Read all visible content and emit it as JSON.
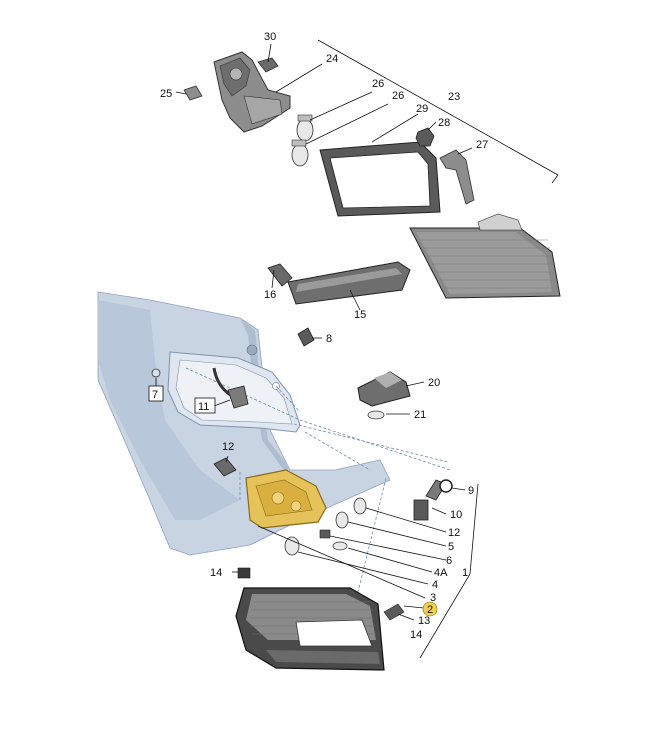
{
  "colors": {
    "body_panel": "#c9d4e3",
    "body_panel_dark": "#aebdd0",
    "part_gray": "#8d8d8d",
    "part_dark": "#4a4a4a",
    "highlight_part": "#e6c25a",
    "highlight_badge": "#f2d04b",
    "dashed_line": "#6a8fb0"
  },
  "callouts": [
    {
      "id": "30",
      "label": "30"
    },
    {
      "id": "24",
      "label": "24"
    },
    {
      "id": "25",
      "label": "25"
    },
    {
      "id": "26a",
      "label": "26"
    },
    {
      "id": "26b",
      "label": "26"
    },
    {
      "id": "29",
      "label": "29"
    },
    {
      "id": "23",
      "label": "23"
    },
    {
      "id": "28",
      "label": "28"
    },
    {
      "id": "27",
      "label": "27"
    },
    {
      "id": "16",
      "label": "16"
    },
    {
      "id": "15",
      "label": "15"
    },
    {
      "id": "8",
      "label": "8"
    },
    {
      "id": "7",
      "label": "7"
    },
    {
      "id": "11",
      "label": "11"
    },
    {
      "id": "20",
      "label": "20"
    },
    {
      "id": "21",
      "label": "21"
    },
    {
      "id": "12a",
      "label": "12"
    },
    {
      "id": "9",
      "label": "9"
    },
    {
      "id": "10",
      "label": "10"
    },
    {
      "id": "12b",
      "label": "12"
    },
    {
      "id": "5",
      "label": "5"
    },
    {
      "id": "6",
      "label": "6"
    },
    {
      "id": "4A",
      "label": "4A"
    },
    {
      "id": "1",
      "label": "1"
    },
    {
      "id": "4",
      "label": "4"
    },
    {
      "id": "3",
      "label": "3"
    },
    {
      "id": "14a",
      "label": "14"
    },
    {
      "id": "2",
      "label": "2"
    },
    {
      "id": "13",
      "label": "13"
    },
    {
      "id": "14b",
      "label": "14"
    }
  ]
}
